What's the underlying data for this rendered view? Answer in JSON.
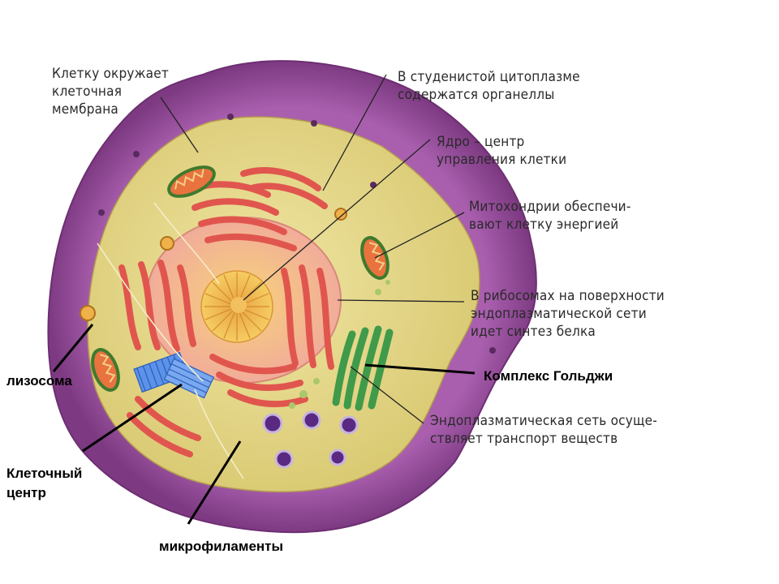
{
  "labels": {
    "membrane": "Клетку окружает\nклеточная\nмембрана",
    "cytoplasm": "В студенистой цитоплазме\nсодержатся органеллы",
    "nucleus": "Ядро – центр\nуправления клетки",
    "mitochondria": "Митохондрии обеспечи-\nвают клетку энергией",
    "ribosomes": "В рибосомах на поверхности\nэндоплазматической сети\nидет синтез белка",
    "golgi": "Комплекс Гольджи",
    "er": "Эндоплазматическая сеть осуще-\nствляет транспорт веществ",
    "lysosome": "лизосома",
    "centrosome": "Клеточный\nцентр",
    "microfilaments": "микрофиламенты"
  },
  "colors": {
    "membrane": "#9b4f9e",
    "cytoplasm": "#e8dc86",
    "er": "#e0564e",
    "golgi": "#3f9a4a",
    "centrosome": "#3a74d6",
    "nucleolus": "#f0a630",
    "vesicle": "#5a2a82"
  }
}
